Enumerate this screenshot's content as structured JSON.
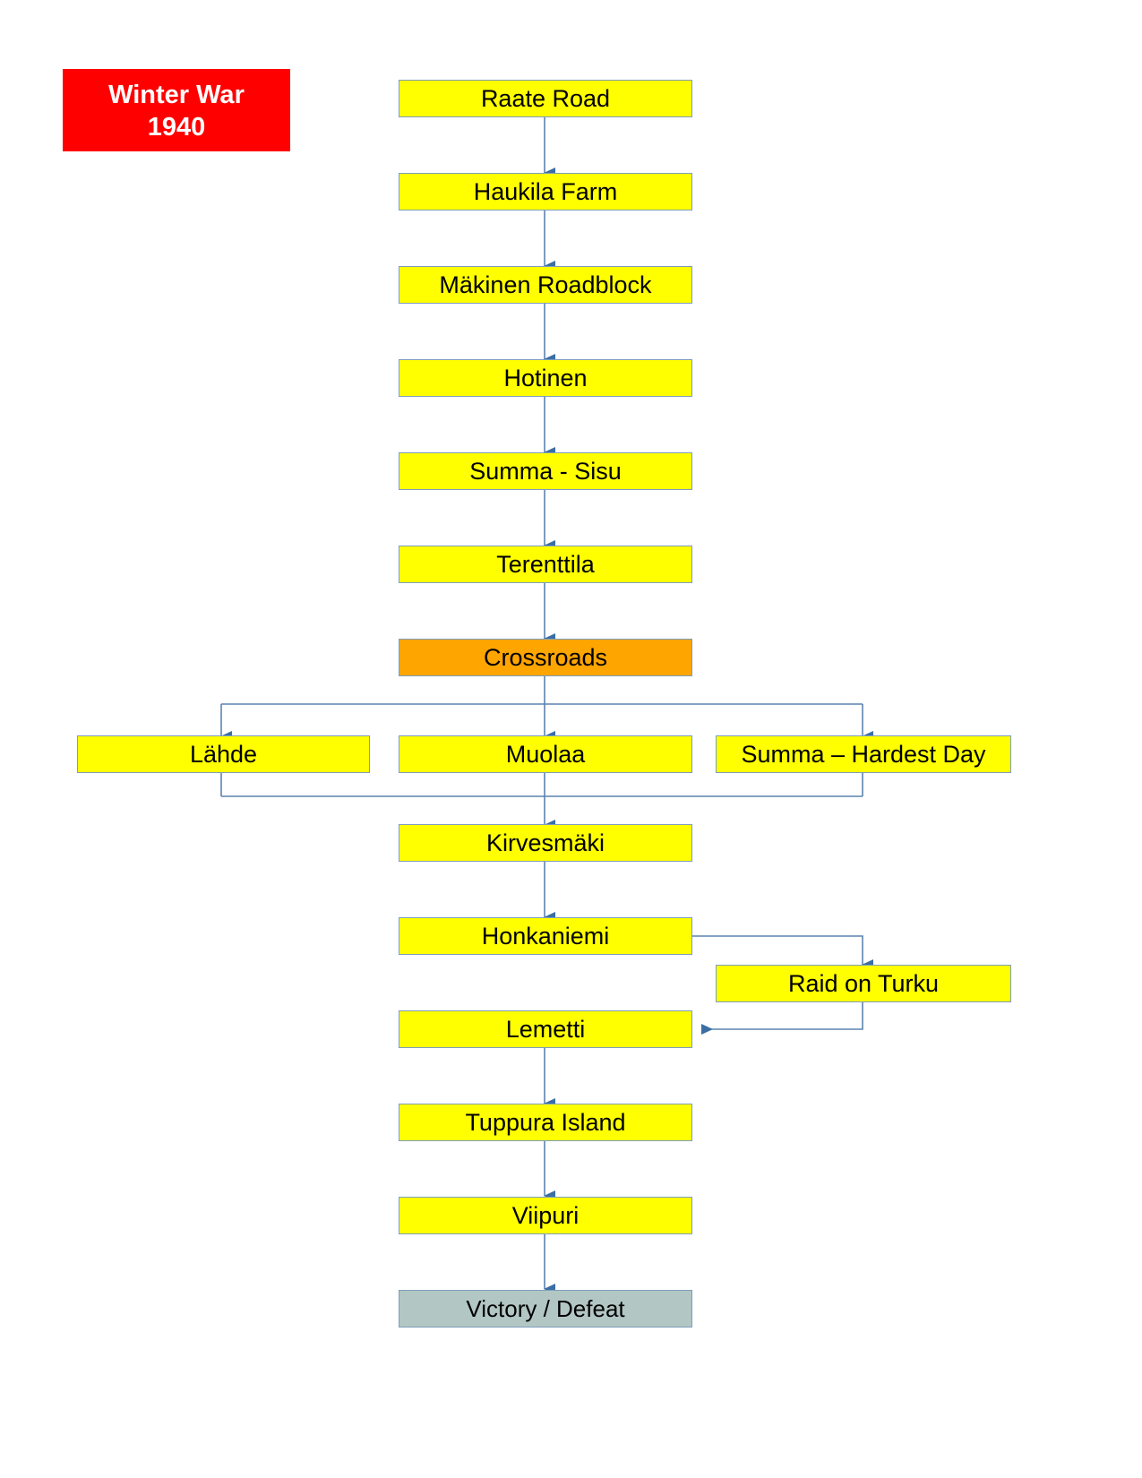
{
  "diagram": {
    "title_box": {
      "line1": "Winter War",
      "line2": "1940",
      "bg_color": "#ff0000",
      "text_color": "#ffffff"
    },
    "colors": {
      "node_fill": "#ffff00",
      "decision_fill": "#ffa500",
      "terminal_fill": "#b2c6c4",
      "border": "#7f9db9",
      "edge": "#3b6ea5",
      "background": "#ffffff"
    },
    "nodes": [
      {
        "id": "raate-road",
        "label": "Raate Road",
        "type": "step"
      },
      {
        "id": "haukila-farm",
        "label": "Haukila Farm",
        "type": "step"
      },
      {
        "id": "makinen-roadblock",
        "label": "Mäkinen Roadblock",
        "type": "step"
      },
      {
        "id": "hotinen",
        "label": "Hotinen",
        "type": "step"
      },
      {
        "id": "summa-sisu",
        "label": "Summa - Sisu",
        "type": "step"
      },
      {
        "id": "terenttila",
        "label": "Terenttila",
        "type": "step"
      },
      {
        "id": "crossroads",
        "label": "Crossroads",
        "type": "decision"
      },
      {
        "id": "lahde",
        "label": "Lähde",
        "type": "step"
      },
      {
        "id": "muolaa",
        "label": "Muolaa",
        "type": "step"
      },
      {
        "id": "summa-hardest-day",
        "label": "Summa – Hardest Day",
        "type": "step"
      },
      {
        "id": "kirvesmaki",
        "label": "Kirvesmäki",
        "type": "step"
      },
      {
        "id": "honkaniemi",
        "label": "Honkaniemi",
        "type": "step"
      },
      {
        "id": "raid-on-turku",
        "label": "Raid on Turku",
        "type": "step"
      },
      {
        "id": "lemetti",
        "label": "Lemetti",
        "type": "step"
      },
      {
        "id": "tuppura-island",
        "label": "Tuppura Island",
        "type": "step"
      },
      {
        "id": "viipuri",
        "label": "Viipuri",
        "type": "step"
      },
      {
        "id": "victory-defeat",
        "label": "Victory / Defeat",
        "type": "terminal"
      }
    ],
    "edges": [
      {
        "from": "raate-road",
        "to": "haukila-farm"
      },
      {
        "from": "haukila-farm",
        "to": "makinen-roadblock"
      },
      {
        "from": "makinen-roadblock",
        "to": "hotinen"
      },
      {
        "from": "hotinen",
        "to": "summa-sisu"
      },
      {
        "from": "summa-sisu",
        "to": "terenttila"
      },
      {
        "from": "terenttila",
        "to": "crossroads"
      },
      {
        "from": "crossroads",
        "to": "lahde"
      },
      {
        "from": "crossroads",
        "to": "muolaa"
      },
      {
        "from": "crossroads",
        "to": "summa-hardest-day"
      },
      {
        "from": "lahde",
        "to": "kirvesmaki"
      },
      {
        "from": "muolaa",
        "to": "kirvesmaki"
      },
      {
        "from": "summa-hardest-day",
        "to": "kirvesmaki"
      },
      {
        "from": "kirvesmaki",
        "to": "honkaniemi"
      },
      {
        "from": "honkaniemi",
        "to": "raid-on-turku"
      },
      {
        "from": "raid-on-turku",
        "to": "lemetti"
      },
      {
        "from": "lemetti",
        "to": "tuppura-island"
      },
      {
        "from": "tuppura-island",
        "to": "viipuri"
      },
      {
        "from": "viipuri",
        "to": "victory-defeat"
      }
    ]
  }
}
